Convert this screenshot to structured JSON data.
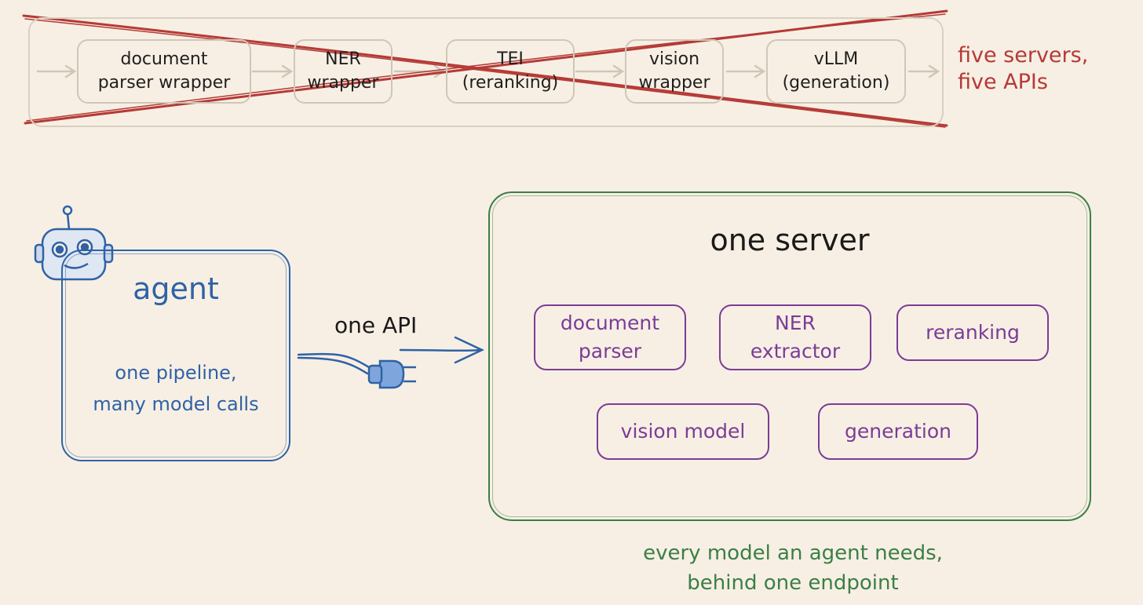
{
  "old_pipeline": {
    "boxes": [
      {
        "id": "doc",
        "label": "document\nparser wrapper"
      },
      {
        "id": "ner",
        "label": "NER\nwrapper"
      },
      {
        "id": "tei",
        "label": "TEI\n(reranking)"
      },
      {
        "id": "vision",
        "label": "vision\nwrapper"
      },
      {
        "id": "vllm",
        "label": "vLLM\n(generation)"
      }
    ],
    "note": "five servers,\nfive APIs",
    "strike_color": "#b53a36"
  },
  "agent": {
    "title": "agent",
    "subtitle": "one pipeline,\nmany model calls",
    "color": "#2f62a6"
  },
  "connection": {
    "label": "one API"
  },
  "server": {
    "title": "one server",
    "color": "#3b7f46",
    "modules": [
      {
        "id": "doc",
        "label": "document\nparser"
      },
      {
        "id": "ner",
        "label": "NER\nextractor"
      },
      {
        "id": "rerank",
        "label": "reranking"
      },
      {
        "id": "vision",
        "label": "vision model"
      },
      {
        "id": "gen",
        "label": "generation"
      }
    ],
    "module_color": "#7a3d96",
    "caption": "every model an agent needs,\nbehind one endpoint"
  }
}
